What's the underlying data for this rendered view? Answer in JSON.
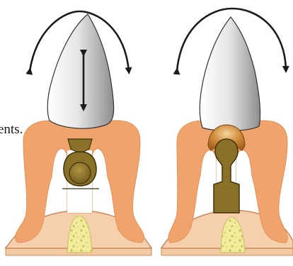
{
  "caption_fragment": "ents.",
  "colors": {
    "gingiva": "#f0a36a",
    "gingiva_outline": "#e0925c",
    "alveolar_ridge": "#f6d0ad",
    "ridge_outline": "#c88a5a",
    "bone": "#f1ec9c",
    "bone_dots": "#c9bd5f",
    "attachment": "#8a7128",
    "attachment_outline": "#3f330e",
    "crown_light": "#ffffff",
    "crown_dark": "#9a9a9a",
    "copper_housing": "#c77a2a",
    "base_plate": "#f3c9a2",
    "arrow": "#1a1a1a"
  },
  "panels": [
    {
      "label": "left",
      "attachment": "ball",
      "movement": "rotation-and-vertical"
    },
    {
      "label": "right",
      "attachment": "bar",
      "movement": "rotation"
    }
  ],
  "icons": [
    "rotation-arrow-icon",
    "vertical-arrow-icon"
  ]
}
